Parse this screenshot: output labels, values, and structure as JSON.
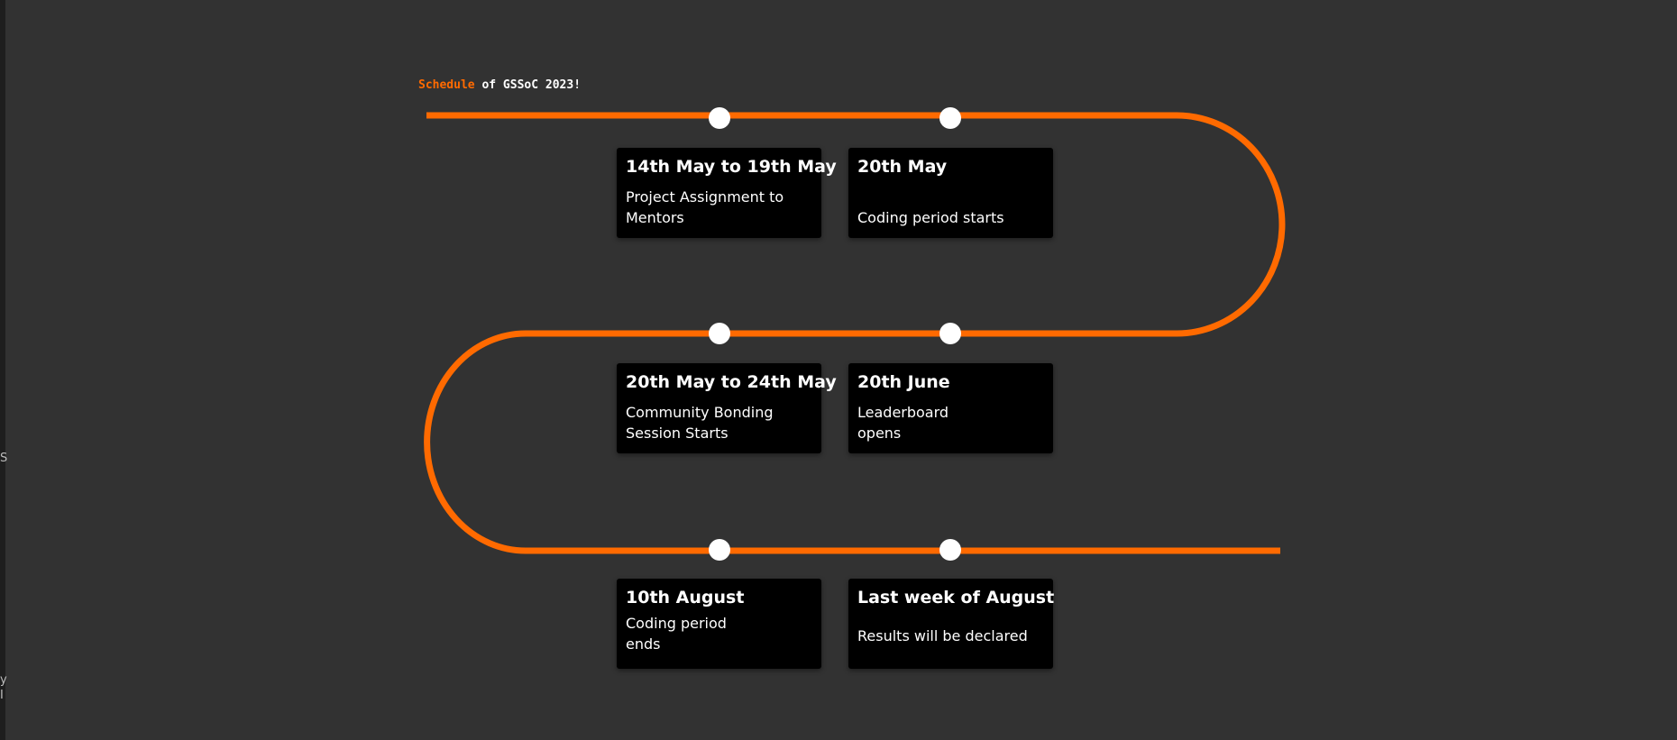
{
  "title": {
    "accent": "Schedule",
    "rest": " of GSSoC 2023!"
  },
  "colors": {
    "background": "#323232",
    "track": "#ff6a00",
    "accent": "#ff6a00",
    "card": "#000000",
    "node": "#ffffff"
  },
  "events": [
    {
      "date": "14th May to 19th May",
      "lines": [
        "Project Assignment to",
        "Mentors"
      ]
    },
    {
      "date": "20th May",
      "lines": [
        "",
        "Coding period starts"
      ]
    },
    {
      "date": "20th May to 24th May",
      "lines": [
        "Community Bonding",
        "Session Starts"
      ]
    },
    {
      "date": "20th June",
      "lines": [
        "Leaderboard",
        "opens"
      ]
    },
    {
      "date": "10th August",
      "lines": [
        "Coding period",
        "ends"
      ]
    },
    {
      "date": "Last week of August",
      "lines": [
        "",
        "Results will be declared"
      ]
    }
  ],
  "edge_glyphs": [
    "S",
    "y",
    "I"
  ]
}
